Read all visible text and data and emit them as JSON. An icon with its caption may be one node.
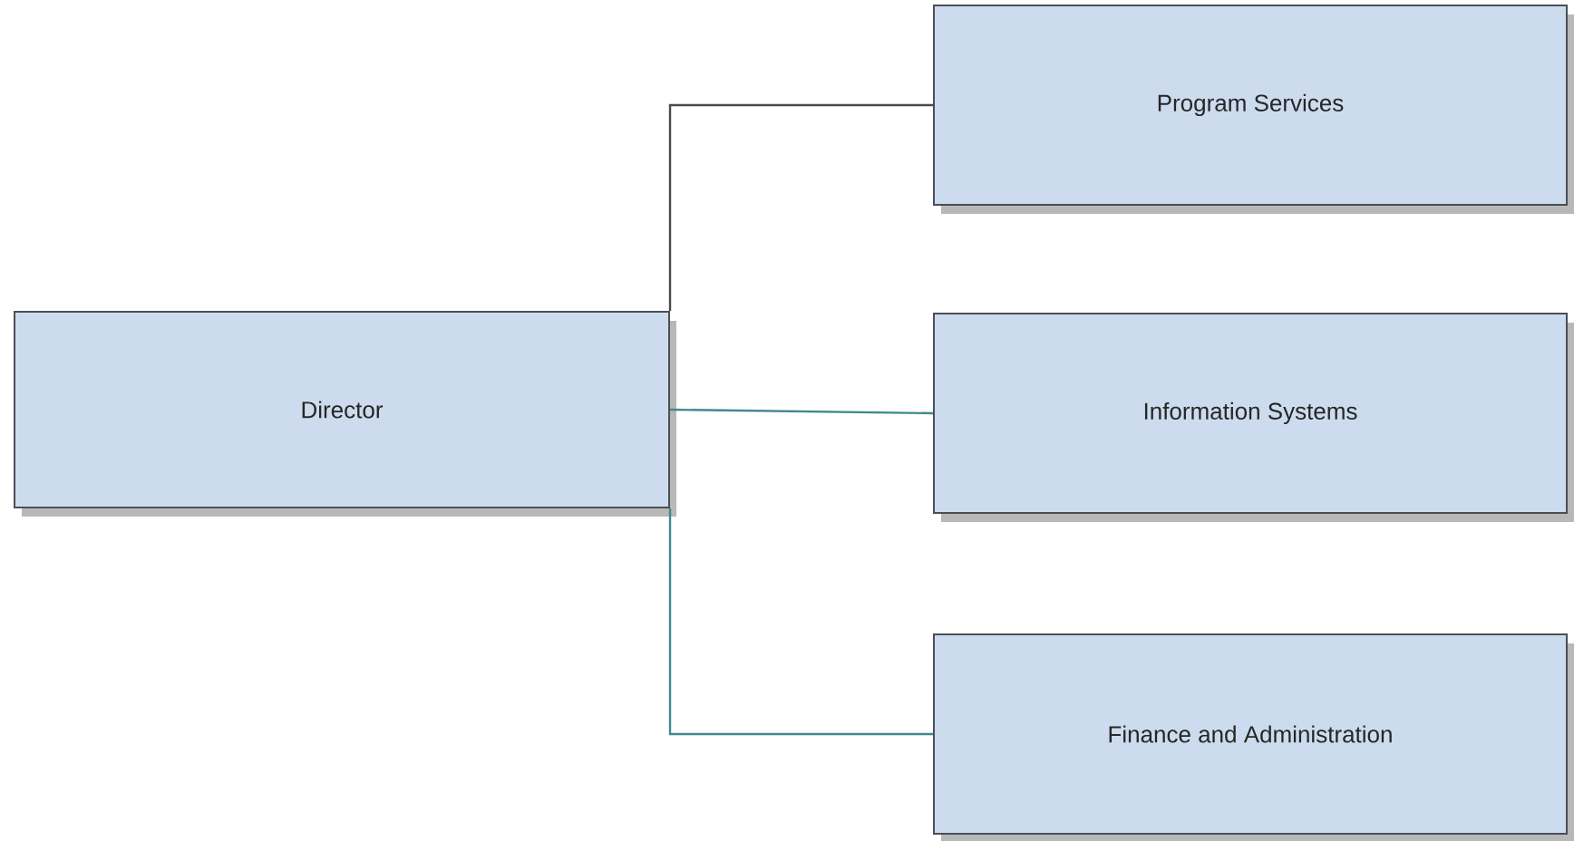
{
  "diagram": {
    "nodes": [
      {
        "text": [
          "Director"
        ]
      },
      {
        "text": [
          "Program Services"
        ]
      },
      {
        "text": [
          "Information Systems"
        ]
      },
      {
        "text": [
          "Finance and Administration"
        ]
      }
    ],
    "edges": [
      {
        "from": 0,
        "to": 1,
        "arrow": "none",
        "color": "#4a4a4a"
      },
      {
        "from": 0,
        "to": 2,
        "arrow": "none"
      },
      {
        "from": 0,
        "to": 3,
        "arrow": "none"
      }
    ]
  }
}
